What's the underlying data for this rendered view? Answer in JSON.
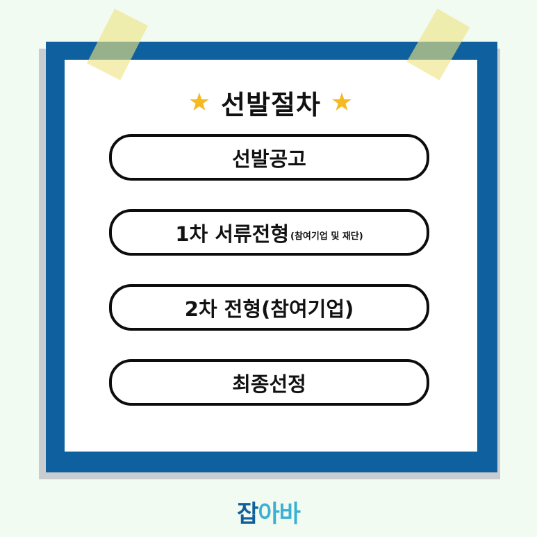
{
  "title": {
    "star_left": "★",
    "text": "선발절차",
    "star_right": "★"
  },
  "steps": [
    {
      "main": "선발공고",
      "note": ""
    },
    {
      "main": "1차 서류전형",
      "note": "(참여기업 및 재단)"
    },
    {
      "main": "2차 전형(참여기업)",
      "note": ""
    },
    {
      "main": "최종선정",
      "note": ""
    }
  ],
  "logo": {
    "part1": "잡",
    "part2": "아바"
  },
  "colors": {
    "frame": "#0f609e",
    "star": "#f5b921",
    "tape": "#eee482",
    "background": "#f1fbf1"
  }
}
